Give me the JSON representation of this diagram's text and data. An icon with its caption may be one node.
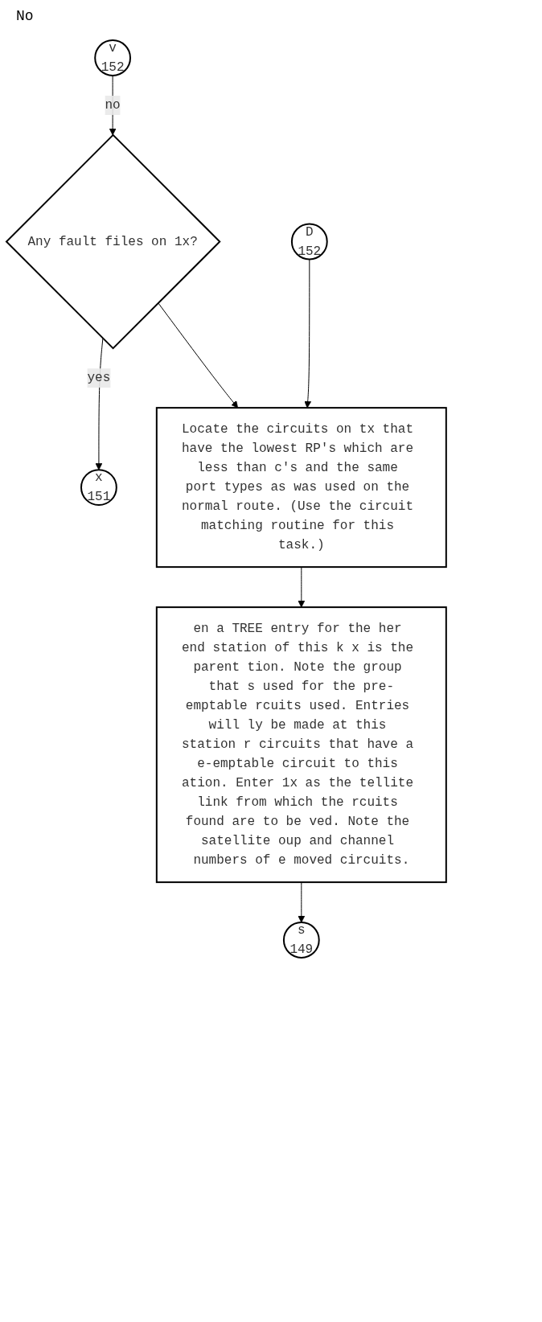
{
  "diagram": {
    "nodes": [
      {
        "text": [
          "v",
          "152"
        ]
      },
      {
        "text": [
          "Any fault files on 1x?"
        ]
      },
      {
        "text": [
          "x",
          "151"
        ]
      },
      {
        "text": [
          "Locate the circuits on tx that have the lowest RP's which are less than c's and the same port types as was used on the normal route. (Use the circuit matching routine for this task.)"
        ]
      },
      {
        "text": [
          "D",
          "152"
        ]
      },
      {
        "text": [
          "en a TREE entry for the her end station of this k x is the parent tion. Note the group that s used for the pre-emptable rcuits used. Entries will ly be made at this station r circuits that have a e-emptable circuit to this ation. Enter 1x as the tellite link from which the rcuits found are to be ved. Note the satellite oup and channel numbers of e moved circuits."
        ]
      },
      {
        "text": [
          "s",
          "149"
        ]
      }
    ],
    "edges": [
      {
        "from": 0,
        "to": 1,
        "arrow": "to",
        "label": "no"
      },
      {
        "from": 1,
        "to": 2,
        "arrow": "to",
        "label": "yes"
      },
      {
        "from": 1,
        "to": 3,
        "arrow": "to"
      },
      {
        "from": 4,
        "to": 3,
        "arrow": "to"
      },
      {
        "from": 3,
        "to": 5,
        "arrow": "to"
      },
      {
        "from": 5,
        "to": 6,
        "arrow": "to"
      }
    ],
    "labels": [
      "No"
    ]
  }
}
